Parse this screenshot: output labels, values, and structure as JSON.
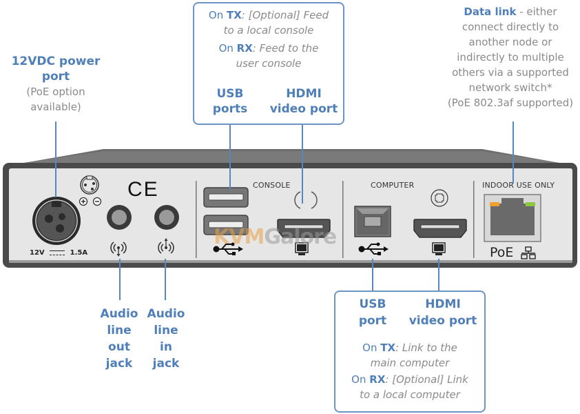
{
  "callouts": {
    "power": {
      "title": "12VDC power port",
      "title_line1": "12VDC power",
      "title_line2": "port",
      "note_line1": "(PoE option",
      "note_line2": "available)"
    },
    "console": {
      "tx_prefix": "On ",
      "tx_label": "TX",
      "tx_text_line1": ": [Optional] Feed",
      "tx_text_line2": "to a local console",
      "rx_prefix": "On ",
      "rx_label": "RX",
      "rx_text_line1": ": Feed to the",
      "rx_text_line2": "user console",
      "usb_line1": "USB",
      "usb_line2": "ports",
      "hdmi_line1": "HDMI",
      "hdmi_line2": "video port"
    },
    "data_link": {
      "title": "Data link",
      "line1_rest": " - either",
      "line2": "connect directly to",
      "line3": "another node or",
      "line4": "indirectly to multiple",
      "line5": "others via a supported",
      "line6": "network switch*",
      "line7": "(PoE 802.3af supported)"
    },
    "audio_out": {
      "line1": "Audio",
      "line2": "line",
      "line3": "out",
      "line4": "jack"
    },
    "audio_in": {
      "line1": "Audio",
      "line2": "line",
      "line3": "in",
      "line4": "jack"
    },
    "computer": {
      "usb_line1": "USB",
      "usb_line2": "port",
      "hdmi_line1": "HDMI",
      "hdmi_line2": "video port",
      "tx_prefix": "On ",
      "tx_label": "TX",
      "tx_text_line1": ": Link to the",
      "tx_text_line2": "main computer",
      "rx_prefix": "On ",
      "rx_label": "RX",
      "rx_text_line1": ": [Optional] Link",
      "rx_text_line2": "to a local computer"
    }
  },
  "device": {
    "power_rating": "12V ═══ 1.5A",
    "power_voltage": "12V",
    "power_current": "1.5A",
    "ce_mark": "CE",
    "console_label": "CONSOLE",
    "computer_label": "COMPUTER",
    "network_label": "INDOOR USE ONLY",
    "poe_label": "PoE",
    "watermark": "KVMGalore",
    "watermark_kvm": "KVM",
    "watermark_galore": "Galore"
  },
  "colors": {
    "accent_blue": "#4f7fb8",
    "body_gray": "#8a8a8a",
    "led_orange": "#f0a030",
    "led_green": "#8cc63f",
    "watermark_orange": "#e8a24a"
  }
}
